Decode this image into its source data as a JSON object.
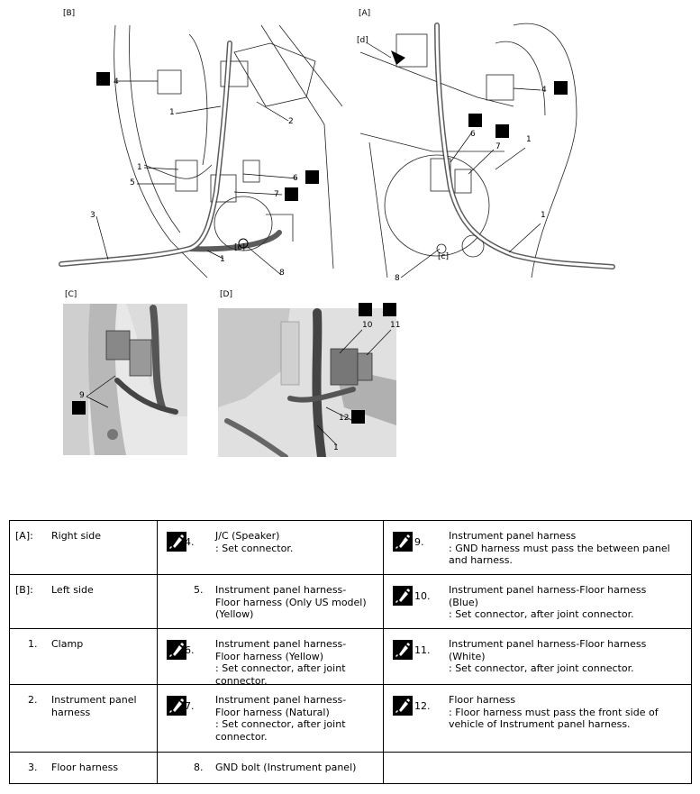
{
  "figures": {
    "B": {
      "label": "[B]",
      "callouts": [
        "4",
        "1",
        "2",
        "1",
        "5",
        "6",
        "7",
        "3",
        "[c]",
        "1",
        "8"
      ]
    },
    "A": {
      "label": "[A]",
      "callouts": [
        "[d]",
        "4",
        "6",
        "7",
        "1",
        "1",
        "[c]",
        "8"
      ]
    },
    "C": {
      "label": "[C]",
      "callouts": [
        "9"
      ]
    },
    "D": {
      "label": "[D]",
      "callouts": [
        "10",
        "11",
        "12",
        "1"
      ]
    }
  },
  "legend": {
    "rows": [
      [
        {
          "mark": "[A]:",
          "text": "Right side",
          "icon": false
        },
        {
          "mark": "4.",
          "text": "J/C (Speaker)\n: Set connector.",
          "icon": true
        },
        {
          "mark": "9.",
          "text": "Instrument panel harness\n: GND harness must pass the between panel\nand harness.",
          "icon": true
        }
      ],
      [
        {
          "mark": "[B]:",
          "text": "Left side",
          "icon": false
        },
        {
          "mark": "5.",
          "text": "Instrument panel harness-\nFloor harness (Only US model)\n(Yellow)",
          "icon": false
        },
        {
          "mark": "10.",
          "text": "Instrument panel harness-Floor harness\n(Blue)\n: Set connector, after joint connector.",
          "icon": true
        }
      ],
      [
        {
          "mark": "1.",
          "text": "Clamp",
          "icon": false
        },
        {
          "mark": "6.",
          "text": "Instrument panel harness-\nFloor harness (Yellow)\n: Set connector, after joint\nconnector.",
          "icon": true
        },
        {
          "mark": "11.",
          "text": "Instrument panel harness-Floor harness\n(White)\n: Set connector, after joint connector.",
          "icon": true
        }
      ],
      [
        {
          "mark": "2.",
          "text": "Instrument panel\nharness",
          "icon": false
        },
        {
          "mark": "7.",
          "text": "Instrument panel harness-\nFloor harness (Natural)\n: Set connector, after joint\nconnector.",
          "icon": true
        },
        {
          "mark": "12.",
          "text": "Floor harness\n: Floor harness must pass the front side of\nvehicle of Instrument panel harness.",
          "icon": true
        }
      ],
      [
        {
          "mark": "3.",
          "text": "Floor harness",
          "icon": false
        },
        {
          "mark": "8.",
          "text": "GND bolt (Instrument panel)",
          "icon": false
        },
        {
          "mark": "",
          "text": "",
          "icon": false
        }
      ]
    ]
  },
  "icon_name": "grease-pen-icon"
}
